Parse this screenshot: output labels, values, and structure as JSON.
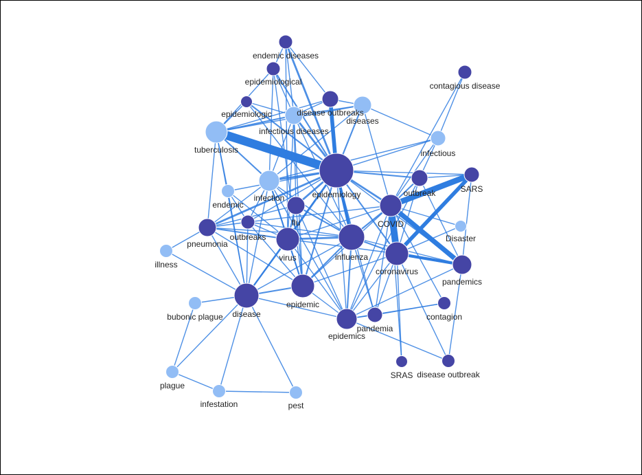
{
  "colors": {
    "background": "#ffffff",
    "edge": "#2f7de0",
    "node_dark": "#4545a5",
    "node_light": "#92bdf5",
    "label": "#222222"
  },
  "graph": {
    "nodes": [
      {
        "id": "endemic diseases",
        "label": "endemic diseases",
        "group": "dark",
        "weight": 1
      },
      {
        "id": "epidemiological",
        "label": "epidemiological",
        "group": "dark",
        "weight": 1
      },
      {
        "id": "epidemiologic",
        "label": "epidemiologic",
        "group": "dark",
        "weight": 0.9
      },
      {
        "id": "disease outbreaks",
        "label": "disease outbreaks",
        "group": "dark",
        "weight": 1.2
      },
      {
        "id": "diseases",
        "label": "diseases",
        "group": "light",
        "weight": 1.3
      },
      {
        "id": "infectious diseases",
        "label": "infectious diseases",
        "group": "light",
        "weight": 1.4
      },
      {
        "id": "tuberculosis",
        "label": "tuberculosis",
        "group": "light",
        "weight": 1.6
      },
      {
        "id": "contagious disease",
        "label": "contagious disease",
        "group": "dark",
        "weight": 1
      },
      {
        "id": "infectious",
        "label": "infectious",
        "group": "light",
        "weight": 1.1
      },
      {
        "id": "epidemiology",
        "label": "epidemiology",
        "group": "dark",
        "weight": 3
      },
      {
        "id": "infection",
        "label": "infection",
        "group": "light",
        "weight": 1.5
      },
      {
        "id": "endemic",
        "label": "endemic",
        "group": "light",
        "weight": 1
      },
      {
        "id": "outbreak",
        "label": "outbreak",
        "group": "dark",
        "weight": 1.2
      },
      {
        "id": "SARS",
        "label": "SARS",
        "group": "dark",
        "weight": 1.1
      },
      {
        "id": "flu",
        "label": "flu",
        "group": "dark",
        "weight": 1.3
      },
      {
        "id": "COVID",
        "label": "COVID",
        "group": "dark",
        "weight": 1.6
      },
      {
        "id": "pneumonia",
        "label": "pneumonia",
        "group": "dark",
        "weight": 1.3
      },
      {
        "id": "outbreaks",
        "label": "outbreaks",
        "group": "dark",
        "weight": 1
      },
      {
        "id": "Disaster",
        "label": "Disaster",
        "group": "light",
        "weight": 0.9
      },
      {
        "id": "virus",
        "label": "virus",
        "group": "dark",
        "weight": 1.7
      },
      {
        "id": "influenza",
        "label": "influenza",
        "group": "dark",
        "weight": 2
      },
      {
        "id": "illness",
        "label": "illness",
        "group": "light",
        "weight": 1
      },
      {
        "id": "coronavirus",
        "label": "coronavirus",
        "group": "dark",
        "weight": 1.7
      },
      {
        "id": "pandemics",
        "label": "pandemics",
        "group": "dark",
        "weight": 1.4
      },
      {
        "id": "epidemic",
        "label": "epidemic",
        "group": "dark",
        "weight": 1.7
      },
      {
        "id": "disease",
        "label": "disease",
        "group": "dark",
        "weight": 1.8
      },
      {
        "id": "bubonic plague",
        "label": "bubonic plague",
        "group": "light",
        "weight": 1
      },
      {
        "id": "contagion",
        "label": "contagion",
        "group": "dark",
        "weight": 1
      },
      {
        "id": "pandemia",
        "label": "pandemia",
        "group": "dark",
        "weight": 1.1
      },
      {
        "id": "epidemics",
        "label": "epidemics",
        "group": "dark",
        "weight": 1.6
      },
      {
        "id": "SRAS",
        "label": "SRAS",
        "group": "dark",
        "weight": 0.9
      },
      {
        "id": "disease outbreak",
        "label": "disease outbreak",
        "group": "dark",
        "weight": 1
      },
      {
        "id": "plague",
        "label": "plague",
        "group": "light",
        "weight": 1
      },
      {
        "id": "infestation",
        "label": "infestation",
        "group": "light",
        "weight": 1
      },
      {
        "id": "pest",
        "label": "pest",
        "group": "light",
        "weight": 1
      }
    ],
    "edges": [
      {
        "source": "tuberculosis",
        "target": "epidemiology",
        "weight": 9
      },
      {
        "source": "COVID",
        "target": "SARS",
        "weight": 6
      },
      {
        "source": "COVID",
        "target": "pandemics",
        "weight": 5
      },
      {
        "source": "COVID",
        "target": "coronavirus",
        "weight": 7
      },
      {
        "source": "coronavirus",
        "target": "SARS",
        "weight": 4
      },
      {
        "source": "coronavirus",
        "target": "pandemics",
        "weight": 3
      },
      {
        "source": "disease outbreaks",
        "target": "epidemiology",
        "weight": 4
      },
      {
        "source": "epidemiology",
        "target": "influenza",
        "weight": 3
      },
      {
        "source": "epidemiology",
        "target": "flu",
        "weight": 2
      },
      {
        "source": "infection",
        "target": "epidemiology",
        "weight": 2
      },
      {
        "source": "endemic diseases",
        "target": "epidemiology",
        "weight": 2
      },
      {
        "source": "epidemiological",
        "target": "epidemiology",
        "weight": 1.5
      },
      {
        "source": "epidemiologic",
        "target": "epidemiology",
        "weight": 1.5
      },
      {
        "source": "infectious diseases",
        "target": "epidemiology",
        "weight": 2
      },
      {
        "source": "diseases",
        "target": "epidemiology",
        "weight": 1.5
      },
      {
        "source": "epidemiology",
        "target": "COVID",
        "weight": 2
      },
      {
        "source": "epidemiology",
        "target": "outbreak",
        "weight": 1.5
      },
      {
        "source": "epidemiology",
        "target": "SARS",
        "weight": 1
      },
      {
        "source": "epidemiology",
        "target": "virus",
        "weight": 2
      },
      {
        "source": "epidemiology",
        "target": "epidemic",
        "weight": 1.5
      },
      {
        "source": "epidemiology",
        "target": "epidemics",
        "weight": 1
      },
      {
        "source": "epidemiology",
        "target": "pneumonia",
        "weight": 2
      },
      {
        "source": "epidemiology",
        "target": "coronavirus",
        "weight": 1.5
      },
      {
        "source": "epidemiology",
        "target": "pandemia",
        "weight": 1
      },
      {
        "source": "epidemiology",
        "target": "outbreaks",
        "weight": 1
      },
      {
        "source": "epidemiology",
        "target": "disease",
        "weight": 1.5
      },
      {
        "source": "epidemiology",
        "target": "endemic",
        "weight": 1
      },
      {
        "source": "epidemiology",
        "target": "infectious",
        "weight": 1
      },
      {
        "source": "epidemiology",
        "target": "pandemics",
        "weight": 1
      },
      {
        "source": "tuberculosis",
        "target": "infection",
        "weight": 1.5
      },
      {
        "source": "tuberculosis",
        "target": "pneumonia",
        "weight": 1
      },
      {
        "source": "tuberculosis",
        "target": "disease",
        "weight": 1
      },
      {
        "source": "tuberculosis",
        "target": "infectious diseases",
        "weight": 1.5
      },
      {
        "source": "tuberculosis",
        "target": "epidemiologic",
        "weight": 1
      },
      {
        "source": "tuberculosis",
        "target": "epidemiological",
        "weight": 1
      },
      {
        "source": "tuberculosis",
        "target": "disease outbreaks",
        "weight": 1
      },
      {
        "source": "tuberculosis",
        "target": "diseases",
        "weight": 1
      },
      {
        "source": "tuberculosis",
        "target": "endemic",
        "weight": 1
      },
      {
        "source": "endemic diseases",
        "target": "epidemiological",
        "weight": 1
      },
      {
        "source": "endemic diseases",
        "target": "disease outbreaks",
        "weight": 1
      },
      {
        "source": "endemic diseases",
        "target": "infectious diseases",
        "weight": 1
      },
      {
        "source": "endemic diseases",
        "target": "virus",
        "weight": 1
      },
      {
        "source": "epidemiological",
        "target": "infectious diseases",
        "weight": 1
      },
      {
        "source": "epidemiological",
        "target": "infection",
        "weight": 1
      },
      {
        "source": "epidemiological",
        "target": "epidemic",
        "weight": 1
      },
      {
        "source": "epidemiologic",
        "target": "infectious diseases",
        "weight": 1
      },
      {
        "source": "epidemiologic",
        "target": "influenza",
        "weight": 1
      },
      {
        "source": "disease outbreaks",
        "target": "infectious diseases",
        "weight": 1
      },
      {
        "source": "disease outbreaks",
        "target": "diseases",
        "weight": 1
      },
      {
        "source": "diseases",
        "target": "infectious diseases",
        "weight": 1
      },
      {
        "source": "diseases",
        "target": "infectious",
        "weight": 1
      },
      {
        "source": "diseases",
        "target": "infection",
        "weight": 1
      },
      {
        "source": "diseases",
        "target": "COVID",
        "weight": 1
      },
      {
        "source": "infectious diseases",
        "target": "infection",
        "weight": 1
      },
      {
        "source": "infectious diseases",
        "target": "virus",
        "weight": 1
      },
      {
        "source": "infectious diseases",
        "target": "flu",
        "weight": 1
      },
      {
        "source": "infectious diseases",
        "target": "epidemic",
        "weight": 1
      },
      {
        "source": "infectious diseases",
        "target": "influenza",
        "weight": 1
      },
      {
        "source": "contagious disease",
        "target": "infectious",
        "weight": 1
      },
      {
        "source": "contagious disease",
        "target": "COVID",
        "weight": 1
      },
      {
        "source": "infectious",
        "target": "COVID",
        "weight": 1
      },
      {
        "source": "infectious",
        "target": "infection",
        "weight": 1
      },
      {
        "source": "infectious",
        "target": "outbreak",
        "weight": 1
      },
      {
        "source": "infection",
        "target": "flu",
        "weight": 1
      },
      {
        "source": "infection",
        "target": "virus",
        "weight": 1.5
      },
      {
        "source": "infection",
        "target": "influenza",
        "weight": 1
      },
      {
        "source": "infection",
        "target": "pneumonia",
        "weight": 1
      },
      {
        "source": "infection",
        "target": "epidemic",
        "weight": 1
      },
      {
        "source": "infection",
        "target": "disease",
        "weight": 1
      },
      {
        "source": "infection",
        "target": "outbreaks",
        "weight": 1
      },
      {
        "source": "infection",
        "target": "epidemics",
        "weight": 1
      },
      {
        "source": "endemic",
        "target": "outbreaks",
        "weight": 1
      },
      {
        "source": "endemic",
        "target": "disease",
        "weight": 1
      },
      {
        "source": "endemic",
        "target": "virus",
        "weight": 1
      },
      {
        "source": "outbreak",
        "target": "COVID",
        "weight": 1.5
      },
      {
        "source": "outbreak",
        "target": "SARS",
        "weight": 1
      },
      {
        "source": "outbreak",
        "target": "coronavirus",
        "weight": 1
      },
      {
        "source": "outbreak",
        "target": "epidemics",
        "weight": 1
      },
      {
        "source": "outbreak",
        "target": "pandemics",
        "weight": 1
      },
      {
        "source": "SARS",
        "target": "pandemics",
        "weight": 1
      },
      {
        "source": "flu",
        "target": "virus",
        "weight": 1.5
      },
      {
        "source": "flu",
        "target": "influenza",
        "weight": 1.5
      },
      {
        "source": "flu",
        "target": "pneumonia",
        "weight": 1
      },
      {
        "source": "flu",
        "target": "epidemic",
        "weight": 1
      },
      {
        "source": "flu",
        "target": "epidemics",
        "weight": 1
      },
      {
        "source": "COVID",
        "target": "influenza",
        "weight": 1.5
      },
      {
        "source": "COVID",
        "target": "virus",
        "weight": 1
      },
      {
        "source": "COVID",
        "target": "epidemic",
        "weight": 1
      },
      {
        "source": "COVID",
        "target": "epidemics",
        "weight": 1
      },
      {
        "source": "COVID",
        "target": "pandemia",
        "weight": 1
      },
      {
        "source": "COVID",
        "target": "Disaster",
        "weight": 1
      },
      {
        "source": "COVID",
        "target": "SRAS",
        "weight": 1
      },
      {
        "source": "COVID",
        "target": "contagion",
        "weight": 1
      },
      {
        "source": "COVID",
        "target": "outbreaks",
        "weight": 1
      },
      {
        "source": "pneumonia",
        "target": "virus",
        "weight": 1.5
      },
      {
        "source": "pneumonia",
        "target": "influenza",
        "weight": 1
      },
      {
        "source": "pneumonia",
        "target": "disease",
        "weight": 1
      },
      {
        "source": "pneumonia",
        "target": "outbreaks",
        "weight": 1
      },
      {
        "source": "pneumonia",
        "target": "illness",
        "weight": 1
      },
      {
        "source": "pneumonia",
        "target": "epidemic",
        "weight": 1
      },
      {
        "source": "outbreaks",
        "target": "virus",
        "weight": 1
      },
      {
        "source": "outbreaks",
        "target": "influenza",
        "weight": 1
      },
      {
        "source": "outbreaks",
        "target": "epidemic",
        "weight": 1
      },
      {
        "source": "outbreaks",
        "target": "disease",
        "weight": 1
      },
      {
        "source": "Disaster",
        "target": "coronavirus",
        "weight": 1
      },
      {
        "source": "virus",
        "target": "influenza",
        "weight": 2
      },
      {
        "source": "virus",
        "target": "disease",
        "weight": 1.5
      },
      {
        "source": "virus",
        "target": "epidemic",
        "weight": 1.5
      },
      {
        "source": "virus",
        "target": "coronavirus",
        "weight": 1
      },
      {
        "source": "virus",
        "target": "epidemics",
        "weight": 1
      },
      {
        "source": "influenza",
        "target": "coronavirus",
        "weight": 1.5
      },
      {
        "source": "influenza",
        "target": "epidemic",
        "weight": 1.5
      },
      {
        "source": "influenza",
        "target": "epidemics",
        "weight": 1.5
      },
      {
        "source": "influenza",
        "target": "pandemia",
        "weight": 1
      },
      {
        "source": "influenza",
        "target": "pandemics",
        "weight": 1
      },
      {
        "source": "influenza",
        "target": "disease",
        "weight": 1
      },
      {
        "source": "illness",
        "target": "disease",
        "weight": 1
      },
      {
        "source": "coronavirus",
        "target": "epidemics",
        "weight": 1
      },
      {
        "source": "coronavirus",
        "target": "pandemia",
        "weight": 1
      },
      {
        "source": "coronavirus",
        "target": "epidemic",
        "weight": 1
      },
      {
        "source": "coronavirus",
        "target": "disease outbreak",
        "weight": 1
      },
      {
        "source": "coronavirus",
        "target": "SRAS",
        "weight": 1
      },
      {
        "source": "pandemics",
        "target": "disease outbreak",
        "weight": 1
      },
      {
        "source": "pandemics",
        "target": "epidemics",
        "weight": 1
      },
      {
        "source": "epidemic",
        "target": "disease",
        "weight": 1.5
      },
      {
        "source": "epidemic",
        "target": "epidemics",
        "weight": 1
      },
      {
        "source": "disease",
        "target": "bubonic plague",
        "weight": 1
      },
      {
        "source": "disease",
        "target": "plague",
        "weight": 1
      },
      {
        "source": "disease",
        "target": "infestation",
        "weight": 1
      },
      {
        "source": "disease",
        "target": "pest",
        "weight": 1
      },
      {
        "source": "disease",
        "target": "epidemics",
        "weight": 1
      },
      {
        "source": "bubonic plague",
        "target": "plague",
        "weight": 1
      },
      {
        "source": "infestation",
        "target": "pest",
        "weight": 1
      },
      {
        "source": "infestation",
        "target": "plague",
        "weight": 1
      },
      {
        "source": "epidemics",
        "target": "pandemia",
        "weight": 1
      },
      {
        "source": "epidemics",
        "target": "contagion",
        "weight": 1
      },
      {
        "source": "pandemia",
        "target": "contagion",
        "weight": 1
      },
      {
        "source": "epidemics",
        "target": "disease outbreak",
        "weight": 1
      }
    ]
  }
}
